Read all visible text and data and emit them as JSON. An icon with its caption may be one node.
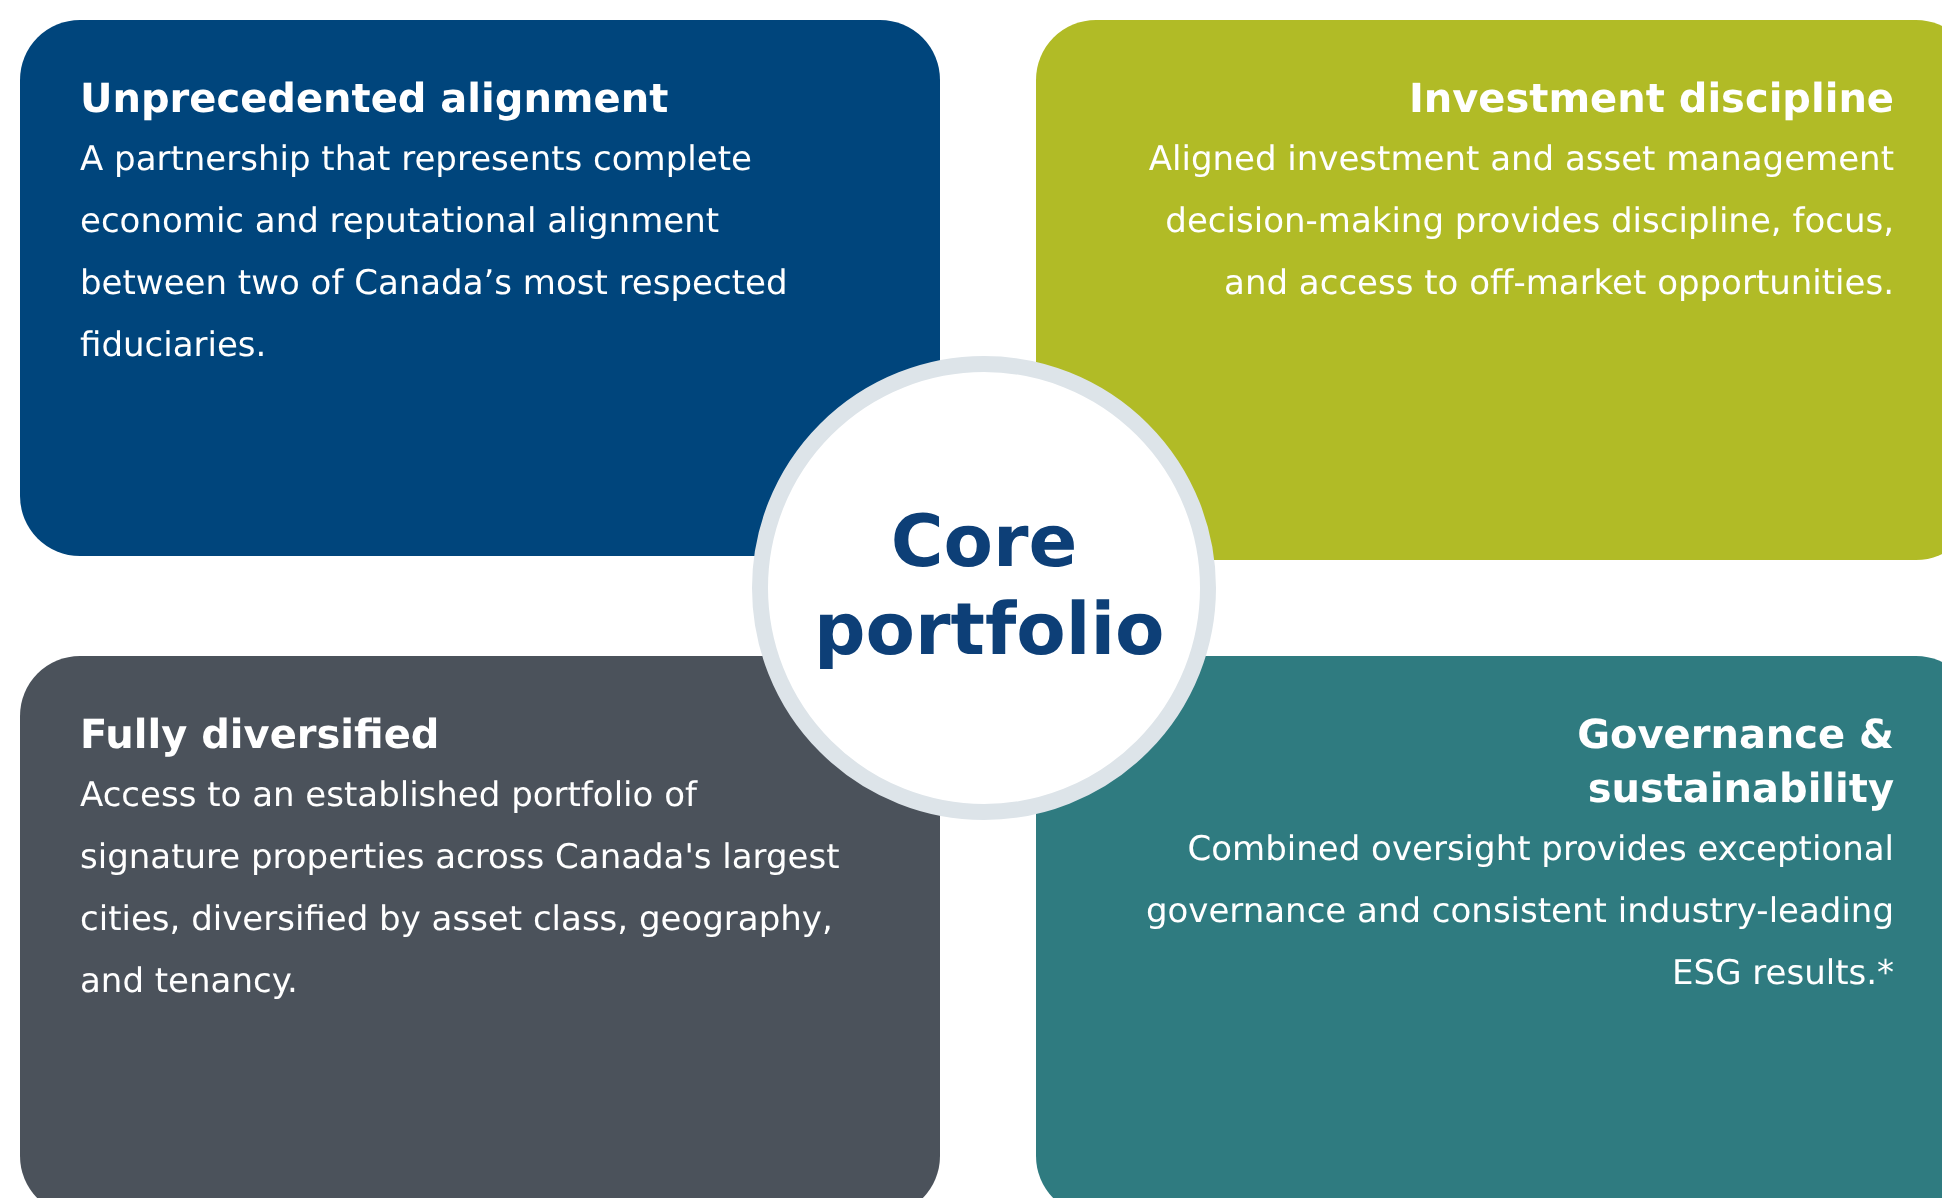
{
  "diagram": {
    "nodes": [
      {
        "text": [
          "Unprecedented alignment",
          "A partnership that represents complete economic and reputational alignment between two of Canada’s most respected fiduciaries."
        ]
      },
      {
        "text": [
          "Investment discipline",
          "Aligned investment and asset management decision-making provides discipline, focus, and access to off-market opportunities."
        ]
      },
      {
        "text": [
          "Fully diversified",
          "Access to an established portfolio of signature properties across Canada's largest cities, diversified by asset class, geography, and tenancy."
        ]
      },
      {
        "text": [
          "Governance & sustainability",
          "Combined oversight provides exceptional governance and consistent industry-leading ESG results.*"
        ]
      },
      {
        "text": [
          "Core portfolio"
        ]
      }
    ]
  }
}
